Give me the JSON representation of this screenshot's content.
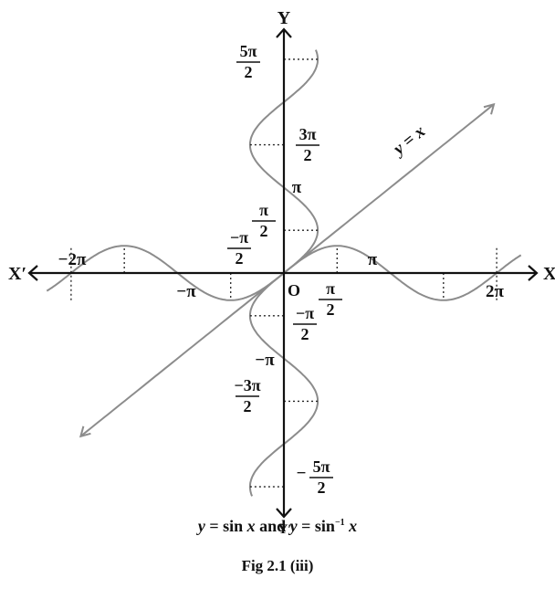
{
  "chart_data": {
    "type": "line",
    "axes": {
      "x_pos": "X",
      "x_neg": "X′",
      "y_pos": "Y",
      "y_neg": "Y′",
      "origin": "O"
    },
    "x_ticks": [
      {
        "value": -6.2832,
        "label": "−2π"
      },
      {
        "value": -3.1416,
        "label": "−π"
      },
      {
        "value": 1.5708,
        "label_num": "π",
        "label_den": "2"
      },
      {
        "value": 3.1416,
        "label": "π"
      },
      {
        "value": 6.2832,
        "label": "2π"
      }
    ],
    "x_frac_ticks": [
      {
        "value": -1.5708,
        "label_num": "−π",
        "label_den": "2"
      }
    ],
    "y_ticks": [
      {
        "value": 7.854,
        "num": "5π",
        "den": "2"
      },
      {
        "value": 4.7124,
        "num": "3π",
        "den": "2"
      },
      {
        "value": 3.1416,
        "label": "π"
      },
      {
        "value": 1.5708,
        "num": "π",
        "den": "2"
      },
      {
        "value": -1.5708,
        "num": "−π",
        "den": "2"
      },
      {
        "value": -3.1416,
        "label": "−π"
      },
      {
        "value": -4.7124,
        "num": "−3π",
        "den": "2"
      },
      {
        "value": -7.854,
        "prefix": "−",
        "num": "5π",
        "den": "2"
      }
    ],
    "diag_label": "y = x",
    "series": [
      {
        "function": "sin",
        "x_range": [
          -7.0,
          7.0
        ],
        "color": "#8c8c8c"
      },
      {
        "function": "arcsin",
        "y_range": [
          -8.2,
          8.2
        ],
        "color": "#8c8c8c"
      },
      {
        "function": "identity",
        "x_range": [
          -6.0,
          6.2
        ],
        "color": "#8c8c8c"
      }
    ]
  },
  "caption": {
    "line1_a": "y",
    "line1_b": " = sin ",
    "line1_c": "x",
    "line1_d": " and ",
    "line1_e": "y",
    "line1_f": " = sin",
    "line1_sup": "−1",
    "line1_g": " x",
    "line2": "Fig 2.1 (iii)"
  }
}
